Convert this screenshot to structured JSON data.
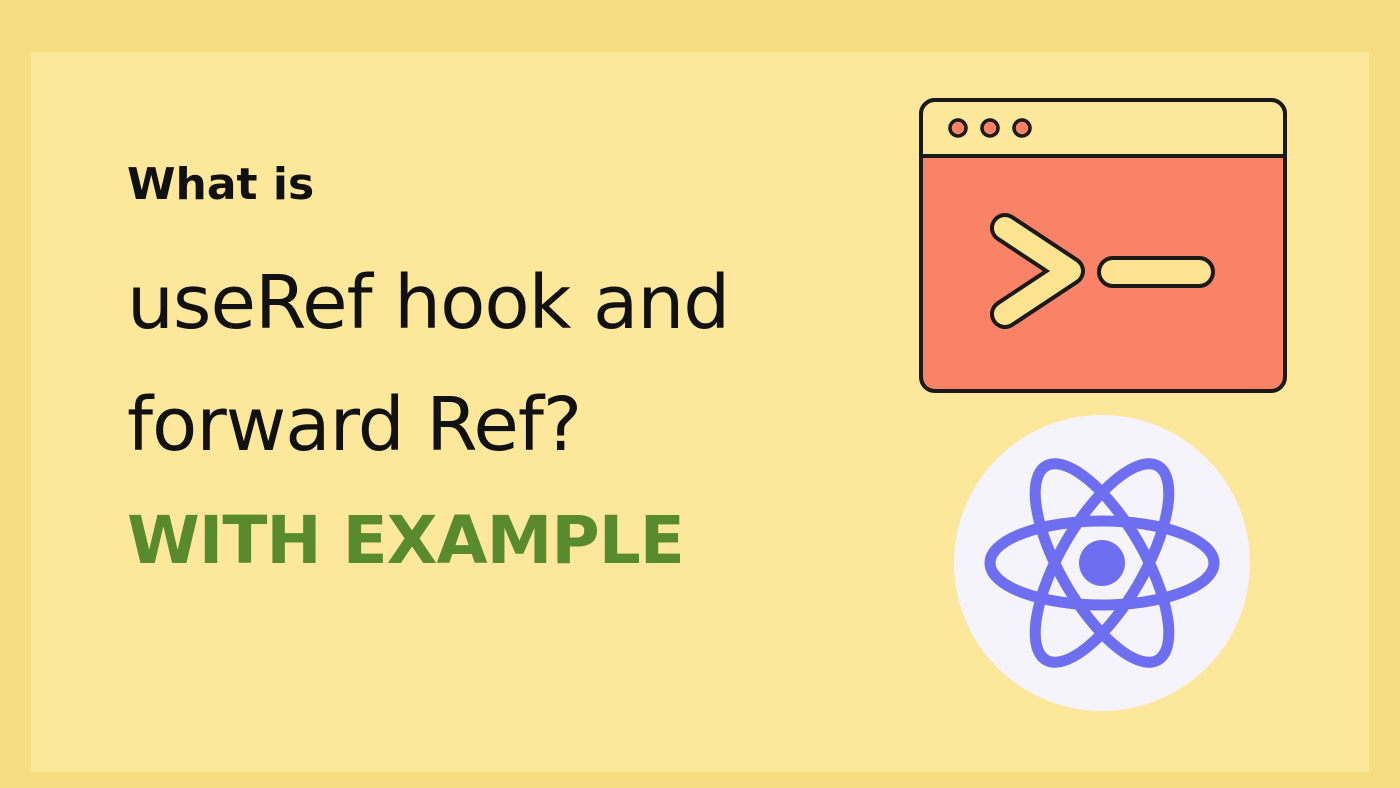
{
  "heading": {
    "intro": "What is",
    "line1": "useRef hook and",
    "line2": "forward Ref?",
    "accent": "WITH EXAMPLE"
  },
  "illustrations": {
    "terminal_window": {
      "icon": "terminal-window-icon",
      "prompt_icon": "chevron-right-icon",
      "cursor_icon": "underscore-cursor-icon"
    },
    "react_logo": {
      "icon": "react-atom-icon"
    }
  },
  "colors": {
    "outer_background": "#f6dd80",
    "inner_background": "#fde79a",
    "text_dark": "#111111",
    "accent_green": "#5a8a2e",
    "terminal_body": "#fa8266",
    "terminal_titlebar": "#fde79a",
    "terminal_outline": "#1a1a1a",
    "prompt_fill": "#fbe38f",
    "dot_fill": "#fa8266",
    "react_circle": "#f5f3fc",
    "react_purple": "#6e6ef0"
  }
}
